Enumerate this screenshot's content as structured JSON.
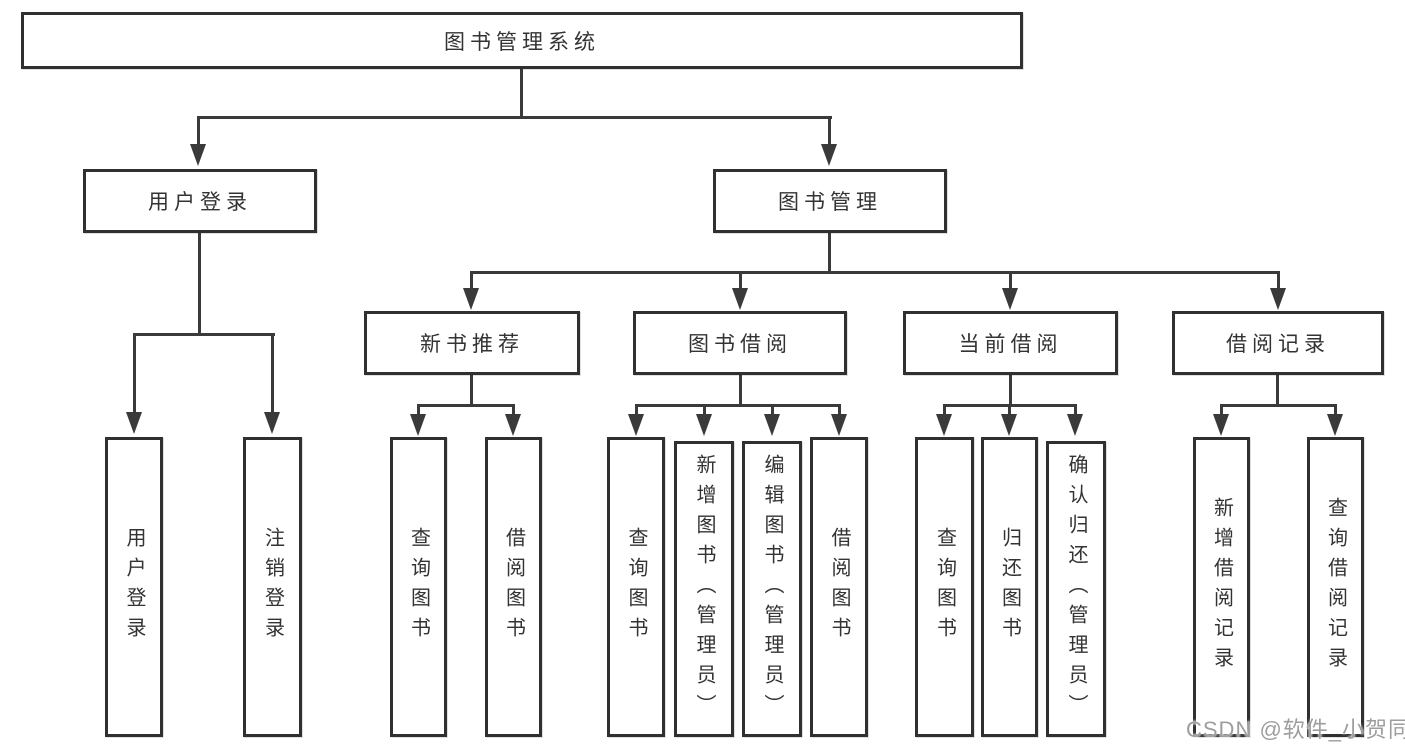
{
  "diagram": {
    "background": "#ffffff",
    "line_color": "#3a3a3a",
    "box_border_color": "#303030",
    "text_color": "#333333",
    "watermark": {
      "text": "CSDN @软件_小贺同学",
      "color": "#9e9e9e"
    },
    "nodes": {
      "root": "图书管理系统",
      "user_login": "用户登录",
      "book_mgmt": "图书管理",
      "new_book_rec": "新书推荐",
      "book_borrow": "图书借阅",
      "current_borrow": "当前借阅",
      "borrow_record": "借阅记录",
      "ul_login": "用户登录",
      "ul_logout": "注销登录",
      "nbr_query": "查询图书",
      "nbr_borrow": "借阅图书",
      "bb_query": "查询图书",
      "bb_add": "新增图书（管理员）",
      "bb_edit": "编辑图书（管理员）",
      "bb_borrow": "借阅图书",
      "cb_query": "查询图书",
      "cb_return": "归还图书",
      "cb_confirm": "确认归还（管理员）",
      "br_add": "新增借阅记录",
      "br_query": "查询借阅记录"
    },
    "tree": {
      "label": "图书管理系统",
      "children": [
        {
          "label": "用户登录",
          "children": [
            {
              "label": "用户登录"
            },
            {
              "label": "注销登录"
            }
          ]
        },
        {
          "label": "图书管理",
          "children": [
            {
              "label": "新书推荐",
              "children": [
                {
                  "label": "查询图书"
                },
                {
                  "label": "借阅图书"
                }
              ]
            },
            {
              "label": "图书借阅",
              "children": [
                {
                  "label": "查询图书"
                },
                {
                  "label": "新增图书（管理员）"
                },
                {
                  "label": "编辑图书（管理员）"
                },
                {
                  "label": "借阅图书"
                }
              ]
            },
            {
              "label": "当前借阅",
              "children": [
                {
                  "label": "查询图书"
                },
                {
                  "label": "归还图书"
                },
                {
                  "label": "确认归还（管理员）"
                }
              ]
            },
            {
              "label": "借阅记录",
              "children": [
                {
                  "label": "新增借阅记录"
                },
                {
                  "label": "查询借阅记录"
                }
              ]
            }
          ]
        }
      ]
    }
  }
}
